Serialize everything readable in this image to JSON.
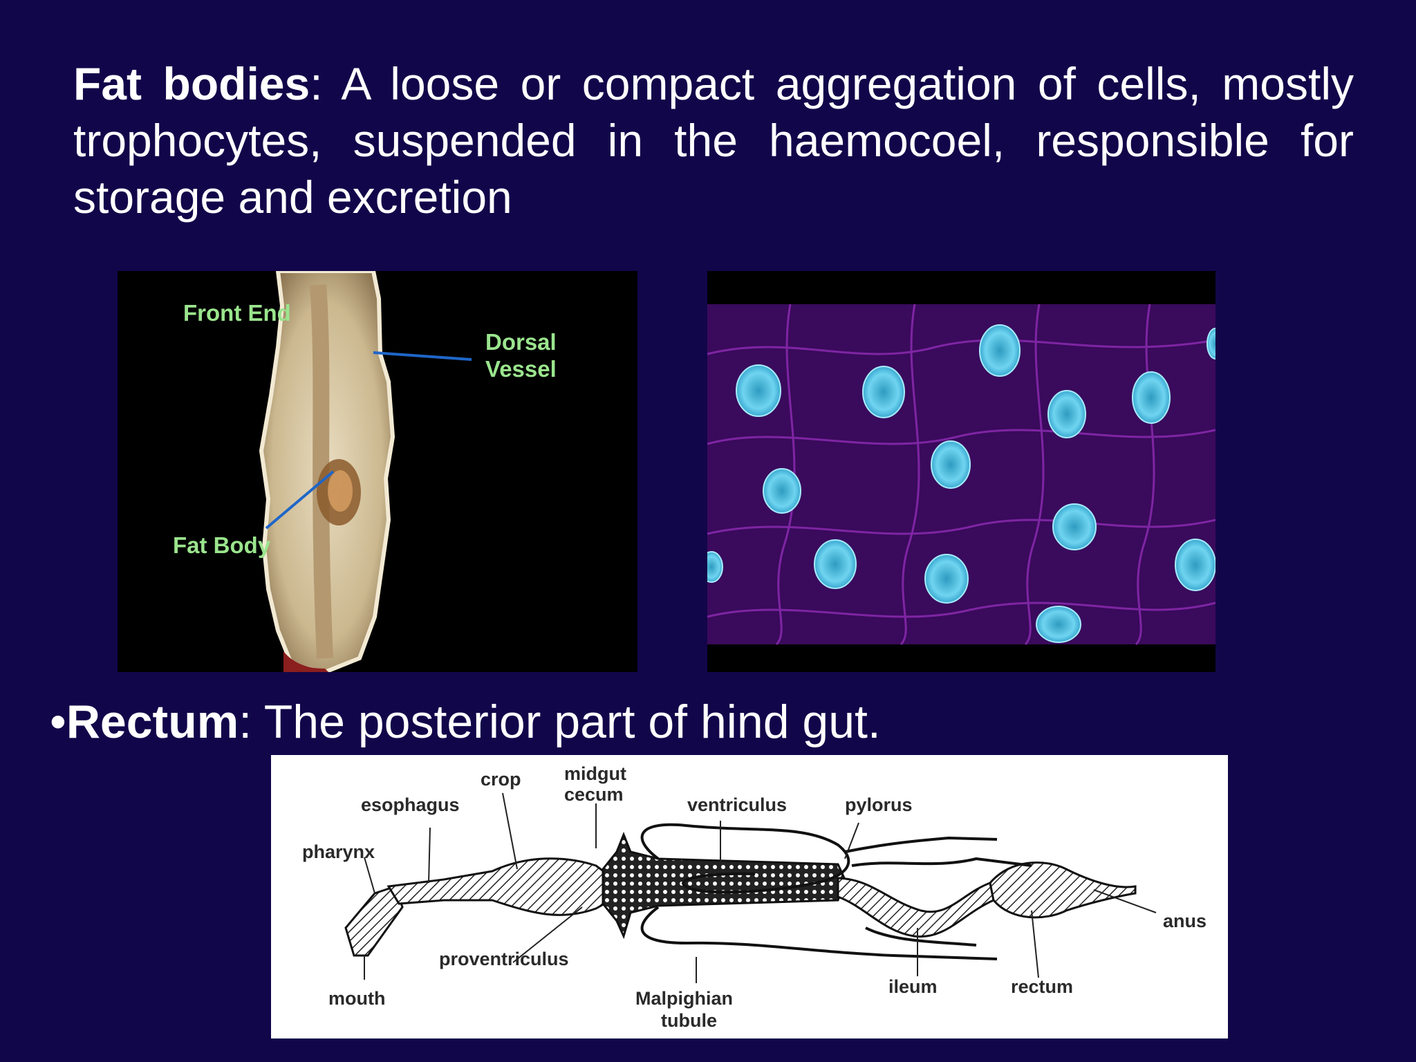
{
  "intro": {
    "term": "Fat bodies",
    "definition": ": A loose or compact aggregation of cells, mostly trophocytes, suspended in the haemocoel, responsible for storage and excretion"
  },
  "photo_left": {
    "label_front_end": "Front End",
    "label_dorsal_line1": "Dorsal",
    "label_dorsal_line2": "Vessel",
    "label_fat_body": "Fat Body"
  },
  "rectum_bullet": {
    "marker": "•",
    "term": "Rectum",
    "definition": ": The posterior part of hind gut."
  },
  "gut_diagram": {
    "labels": {
      "crop": "crop",
      "midgut_line1": "midgut",
      "midgut_line2": "cecum",
      "esophagus": "esophagus",
      "ventriculus": "ventriculus",
      "pylorus": "pylorus",
      "pharynx": "pharynx",
      "anus": "anus",
      "proventriculus": "proventriculus",
      "mouth": "mouth",
      "malpighian_line1": "Malpighian",
      "malpighian_line2": "tubule",
      "ileum": "ileum",
      "rectum": "rectum"
    }
  },
  "colors": {
    "background": "#12064a",
    "label_green": "#9be58e",
    "nucleus_cyan": "#58c8e6",
    "cell_magenta": "#7a1a8c"
  }
}
